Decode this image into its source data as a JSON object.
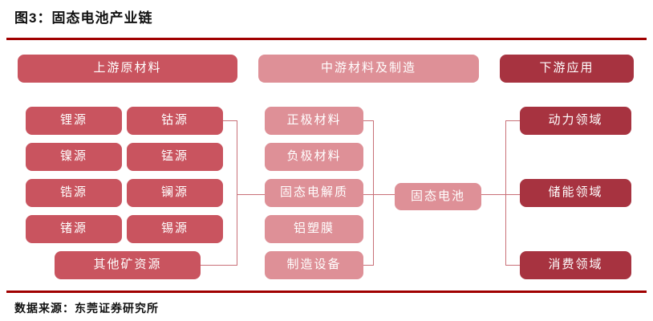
{
  "meta": {
    "title": "图3：固态电池产业链",
    "source": "数据来源：东莞证券研究所"
  },
  "colors": {
    "rule": "#a00000",
    "upstream_box": "#c9545f",
    "midstream_box": "#de9097",
    "downstream_box": "#a73340",
    "connector_line": "#c87078",
    "box_text": "#ffffff"
  },
  "headers": [
    {
      "label": "上游原材料"
    },
    {
      "label": "中游材料及制造"
    },
    {
      "label": "下游应用"
    }
  ],
  "upstream": {
    "grid": [
      [
        "锂源",
        "钴源"
      ],
      [
        "镍源",
        "锰源"
      ],
      [
        "锆源",
        "镧源"
      ],
      [
        "锗源",
        "锡源"
      ]
    ],
    "wide": "其他矿资源"
  },
  "midstream": {
    "items": [
      "正极材料",
      "负极材料",
      "固态电解质",
      "铝塑膜",
      "制造设备"
    ]
  },
  "center": {
    "label": "固态电池"
  },
  "downstream": {
    "items": [
      "动力领域",
      "储能领域",
      "消费领域"
    ]
  }
}
